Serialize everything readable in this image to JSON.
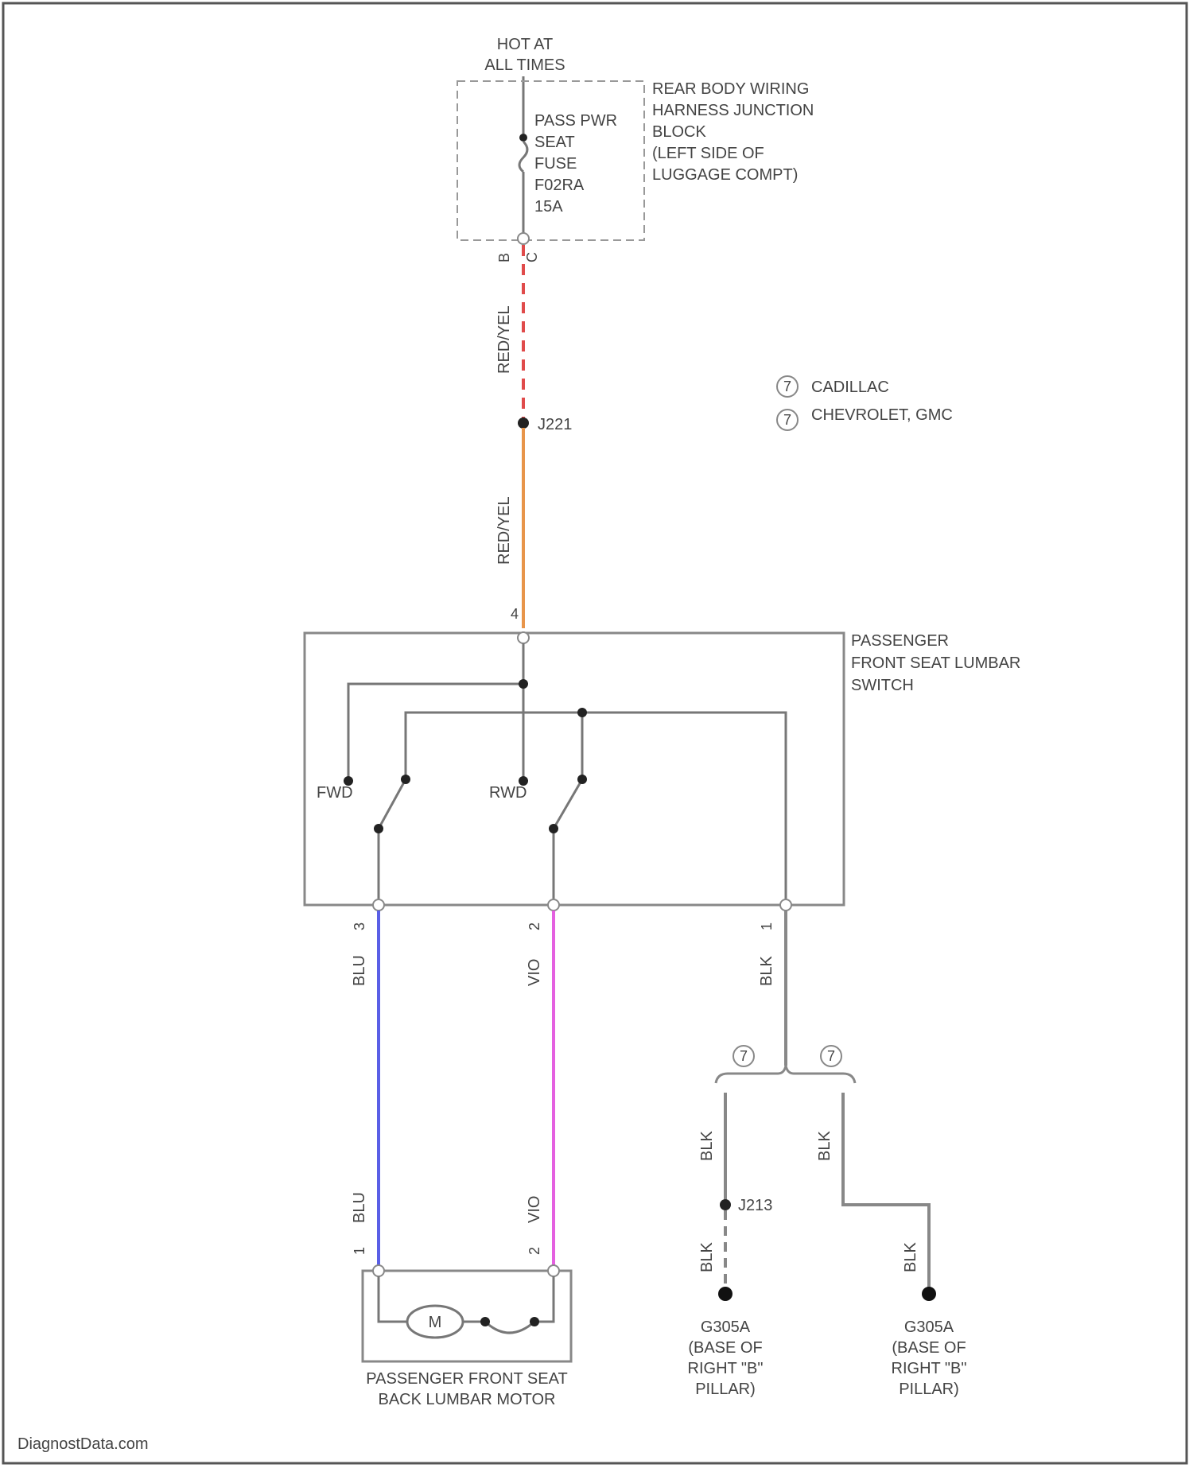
{
  "source": {
    "label_lines": [
      "HOT AT",
      "ALL TIMES"
    ]
  },
  "junction_block": {
    "label_lines": [
      "REAR BODY WIRING",
      "HARNESS JUNCTION",
      "BLOCK",
      "(LEFT SIDE OF",
      "LUGGAGE COMPT)"
    ],
    "fuse_lines": [
      "PASS PWR",
      "SEAT",
      "FUSE",
      "F02RA",
      "15A"
    ],
    "pin_a": "B",
    "pin_b": "C"
  },
  "wires": {
    "red_yel_upper": "RED/YEL",
    "red_yel_lower": "RED/YEL",
    "blu_upper": "BLU",
    "vio_upper": "VIO",
    "blk_switch": "BLK",
    "blk_left_upper": "BLK",
    "blk_right_upper": "BLK",
    "blk_left_lower": "BLK",
    "blk_right_lower": "BLK",
    "blu_lower": "BLU",
    "vio_lower": "VIO"
  },
  "splices": {
    "top": "J221",
    "ground": "J213"
  },
  "legend": {
    "items": [
      {
        "marker": "7",
        "label": "CADILLAC"
      },
      {
        "marker": "7",
        "label": "CHEVROLET, GMC"
      }
    ]
  },
  "switch": {
    "label_lines": [
      "PASSENGER",
      "FRONT SEAT LUMBAR",
      "SWITCH"
    ],
    "fwd_label": "FWD",
    "rwd_label": "RWD",
    "pin_top": "4",
    "pin_left": "3",
    "pin_mid": "2",
    "pin_right": "1"
  },
  "motor": {
    "label_lines": [
      "PASSENGER FRONT SEAT",
      "BACK LUMBAR MOTOR"
    ],
    "symbol": "M",
    "pin_left": "1",
    "pin_right": "2"
  },
  "grounds": [
    {
      "label_lines": [
        "G305A",
        "(BASE OF",
        "RIGHT \"B\"",
        "PILLAR)"
      ]
    },
    {
      "label_lines": [
        "G305A",
        "(BASE OF",
        "RIGHT \"B\"",
        "PILLAR)"
      ]
    }
  ],
  "option_markers": [
    "7",
    "7"
  ],
  "watermark": "DiagnostData.com",
  "colors": {
    "red": "#e04b4b",
    "orange": "#e8954a",
    "blue": "#5a5fe6",
    "violet": "#e460e0",
    "wire_gray": "#888888",
    "frame": "#777777"
  }
}
